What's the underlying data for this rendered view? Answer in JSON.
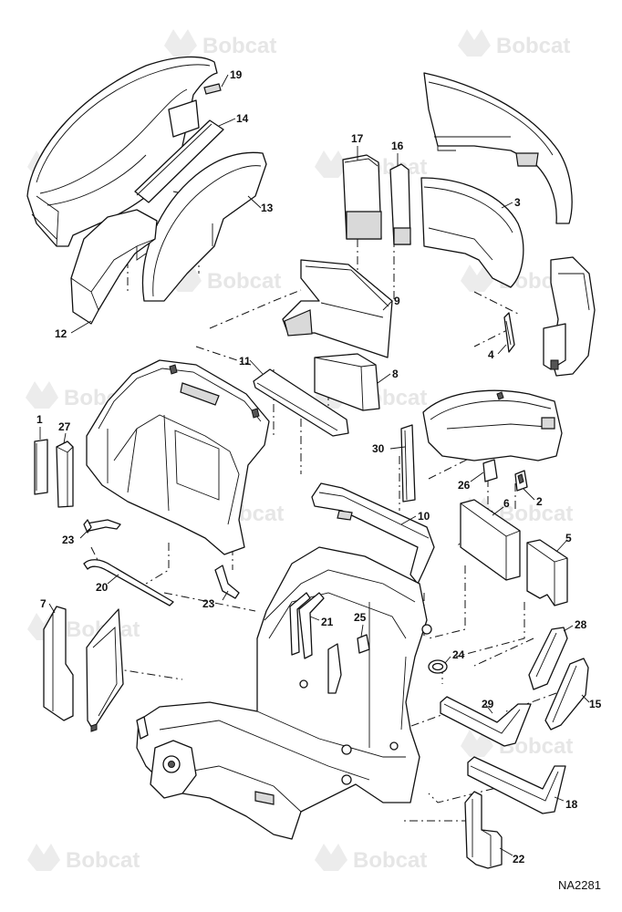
{
  "diagram": {
    "reference_code": "NA2281",
    "watermark_text": "Bobcat",
    "callouts": [
      {
        "id": "c19",
        "label": "19"
      },
      {
        "id": "c14",
        "label": "14"
      },
      {
        "id": "c13",
        "label": "13"
      },
      {
        "id": "c12",
        "label": "12"
      },
      {
        "id": "c17",
        "label": "17"
      },
      {
        "id": "c16",
        "label": "16"
      },
      {
        "id": "c3",
        "label": "3"
      },
      {
        "id": "c9",
        "label": "9"
      },
      {
        "id": "c4",
        "label": "4"
      },
      {
        "id": "c11",
        "label": "11"
      },
      {
        "id": "c8",
        "label": "8"
      },
      {
        "id": "c1",
        "label": "1"
      },
      {
        "id": "c27",
        "label": "27"
      },
      {
        "id": "c30",
        "label": "30"
      },
      {
        "id": "c26",
        "label": "26"
      },
      {
        "id": "c2",
        "label": "2"
      },
      {
        "id": "c6",
        "label": "6"
      },
      {
        "id": "c23a",
        "label": "23"
      },
      {
        "id": "c10",
        "label": "10"
      },
      {
        "id": "c5",
        "label": "5"
      },
      {
        "id": "c20",
        "label": "20"
      },
      {
        "id": "c23b",
        "label": "23"
      },
      {
        "id": "c7",
        "label": "7"
      },
      {
        "id": "c21",
        "label": "21"
      },
      {
        "id": "c25",
        "label": "25"
      },
      {
        "id": "c28",
        "label": "28"
      },
      {
        "id": "c24",
        "label": "24"
      },
      {
        "id": "c29",
        "label": "29"
      },
      {
        "id": "c15",
        "label": "15"
      },
      {
        "id": "c18",
        "label": "18"
      },
      {
        "id": "c22",
        "label": "22"
      }
    ]
  }
}
